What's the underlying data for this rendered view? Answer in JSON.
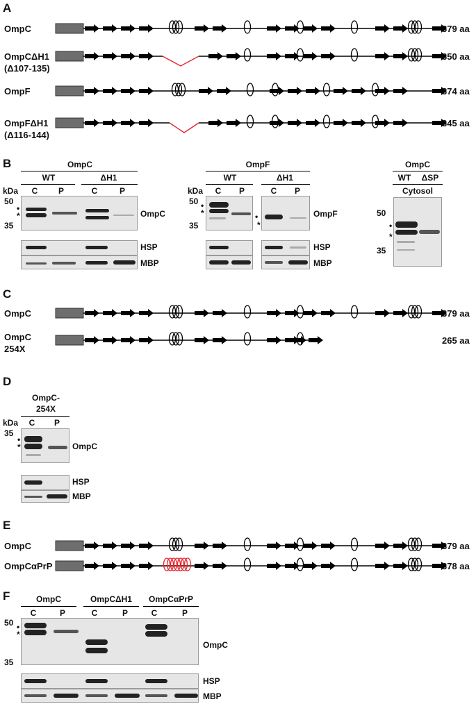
{
  "panels": {
    "A": "A",
    "B": "B",
    "C": "C",
    "D": "D",
    "E": "E",
    "F": "F"
  },
  "panelA": {
    "rows": [
      {
        "label": "OmpC",
        "sub": "",
        "length": "379 aa"
      },
      {
        "label": "OmpCΔH1",
        "sub": "(Δ107-135)",
        "length": "350 aa"
      },
      {
        "label": "OmpF",
        "sub": "",
        "length": "374 aa"
      },
      {
        "label": "OmpFΔH1",
        "sub": "(Δ116-144)",
        "length": "345 aa"
      }
    ]
  },
  "panelB": {
    "blot1": {
      "title": "OmpC",
      "groups": [
        "WT",
        "ΔH1"
      ],
      "lanes": [
        "C",
        "P",
        "C",
        "P"
      ],
      "kda": "kDa",
      "markers": [
        "50",
        "35"
      ],
      "protein": "OmpC"
    },
    "blot2": {
      "title": "OmpF",
      "groups": [
        "WT",
        "ΔH1"
      ],
      "lanes": [
        "C",
        "P",
        "C",
        "P"
      ],
      "kda": "kDa",
      "markers": [
        "50",
        "35"
      ],
      "protein": "OmpF"
    },
    "blot3": {
      "title": "OmpC",
      "groups": [
        "WT",
        "ΔSP"
      ],
      "sublabel": "Cytosol",
      "markers": [
        "50",
        "35"
      ]
    },
    "controls": [
      "HSP",
      "MBP"
    ]
  },
  "panelC": {
    "rows": [
      {
        "label": "OmpC",
        "sub": "",
        "length": "379 aa"
      },
      {
        "label": "OmpC",
        "sub": "254X",
        "length": "265 aa"
      }
    ]
  },
  "panelD": {
    "title": "OmpC-",
    "title2": "254X",
    "lanes": [
      "C",
      "P"
    ],
    "kda": "kDa",
    "markers": [
      "35"
    ],
    "protein": "OmpC",
    "controls": [
      "HSP",
      "MBP"
    ]
  },
  "panelE": {
    "rows": [
      {
        "label": "OmpC",
        "length": "379 aa"
      },
      {
        "label": "OmpCαPrP",
        "length": "378 aa"
      }
    ]
  },
  "panelF": {
    "groups": [
      "OmpC",
      "OmpCΔH1",
      "OmpCαPrP"
    ],
    "lanes": [
      "C",
      "P",
      "C",
      "P",
      "C",
      "P"
    ],
    "markers": [
      "50",
      "35"
    ],
    "protein": "OmpC",
    "controls": [
      "HSP",
      "MBP"
    ]
  },
  "symbols": {
    "dot": "•",
    "star": "*"
  },
  "colors": {
    "deletion": "#e8242c",
    "helix_red": "#e8242c",
    "box": "#6e6e6e"
  }
}
